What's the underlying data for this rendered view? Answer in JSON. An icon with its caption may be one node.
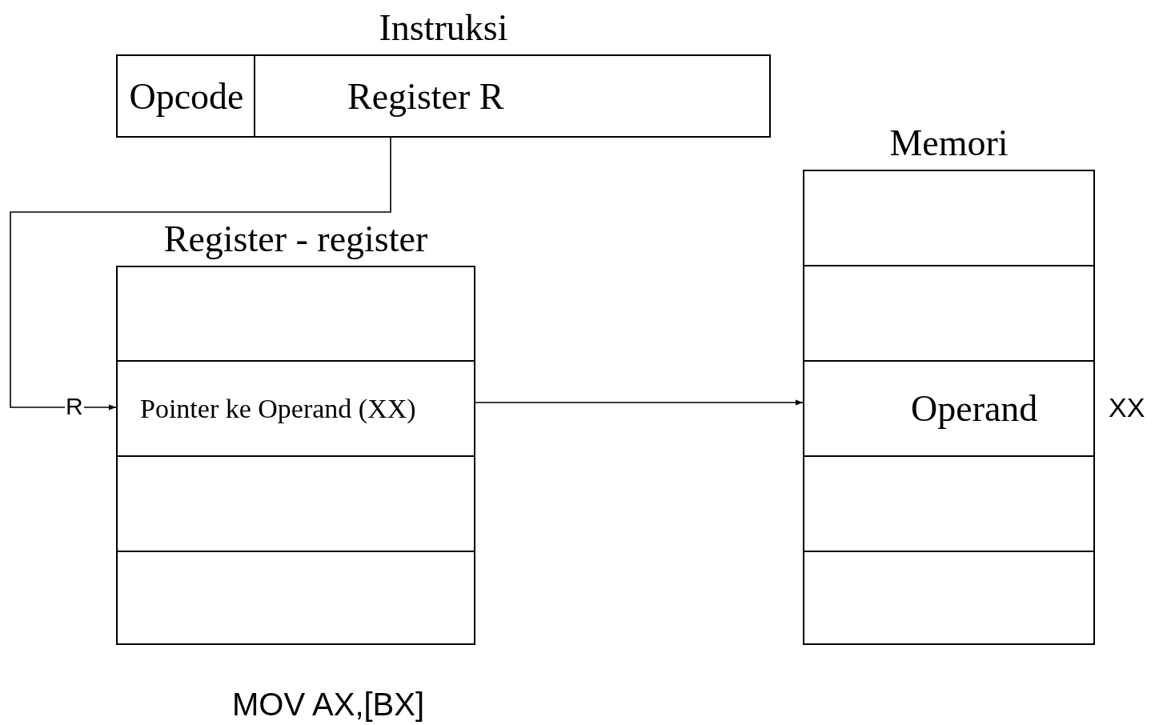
{
  "diagram": {
    "nodes": [
      {
        "text": [
          "Instruksi"
        ]
      },
      {
        "text": [
          "Opcode"
        ],
        "in": 0
      },
      {
        "text": [
          "Register R"
        ],
        "in": 0
      },
      {
        "text": [
          "Register - register"
        ]
      },
      {
        "text": [],
        "shape": "box",
        "in": 3
      },
      {
        "text": [
          "Pointer ke Operand (XX)"
        ],
        "in": 3
      },
      {
        "text": [],
        "shape": "box",
        "in": 3
      },
      {
        "text": [],
        "shape": "box",
        "in": 3
      },
      {
        "text": [
          "Memori"
        ]
      },
      {
        "text": [],
        "shape": "box",
        "in": 8
      },
      {
        "text": [],
        "shape": "box",
        "in": 8
      },
      {
        "text": [
          "Operand"
        ],
        "in": 8,
        "beside": [
          "XX"
        ]
      },
      {
        "text": [],
        "shape": "box",
        "in": 8
      },
      {
        "text": [],
        "shape": "box",
        "in": 8
      }
    ],
    "edges": [
      {
        "from": 2,
        "to": 5,
        "arrow": "to",
        "label": "R"
      },
      {
        "from": 5,
        "to": 11,
        "arrow": "to"
      }
    ],
    "labels": [
      "MOV AX,[BX]"
    ]
  }
}
